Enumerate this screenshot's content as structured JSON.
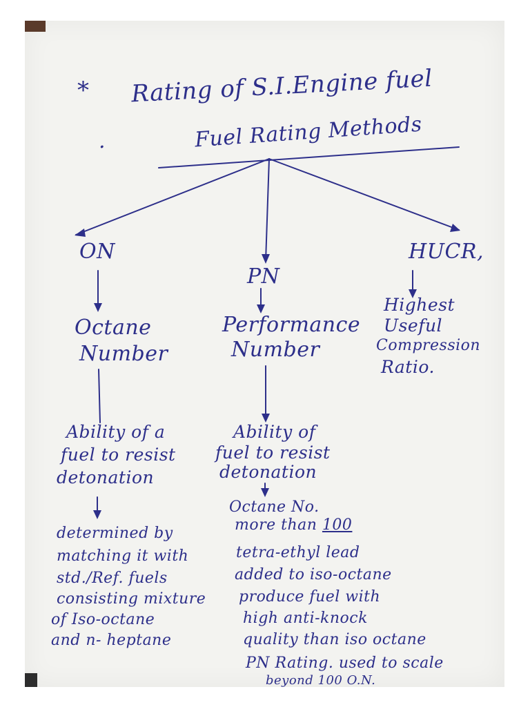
{
  "title": {
    "bullet": "*",
    "text": "Rating of S.I.Engine fuel"
  },
  "heading": {
    "dot": ".",
    "text": "Fuel Rating Methods"
  },
  "nodes": {
    "on": {
      "abbr": "ON",
      "full": [
        "Octane",
        "Number"
      ],
      "definition": [
        "Ability of a",
        "fuel to resist",
        "detonation"
      ],
      "details": [
        "determined by",
        "matching it with",
        "std./Ref. fuels",
        "consisting mixture",
        "of Iso-octane",
        "and n- heptane"
      ]
    },
    "pn": {
      "abbr": "PN",
      "full": [
        "Performance",
        "Number"
      ],
      "definition": [
        "Ability of",
        "fuel to resist",
        "detonation"
      ],
      "octane_line1": "Octane No.",
      "octane_line2_prefix": "more than ",
      "octane_line2_value": "100",
      "details": [
        "tetra-ethyl lead",
        "added to iso-octane",
        "produce fuel with",
        "high anti-knock",
        "quality than iso octane",
        "PN Rating. used to scale",
        "beyond 100 O.N."
      ]
    },
    "hucr": {
      "abbr": "HUCR,",
      "full": [
        "Highest",
        "Useful",
        "Compression",
        "Ratio."
      ]
    }
  }
}
